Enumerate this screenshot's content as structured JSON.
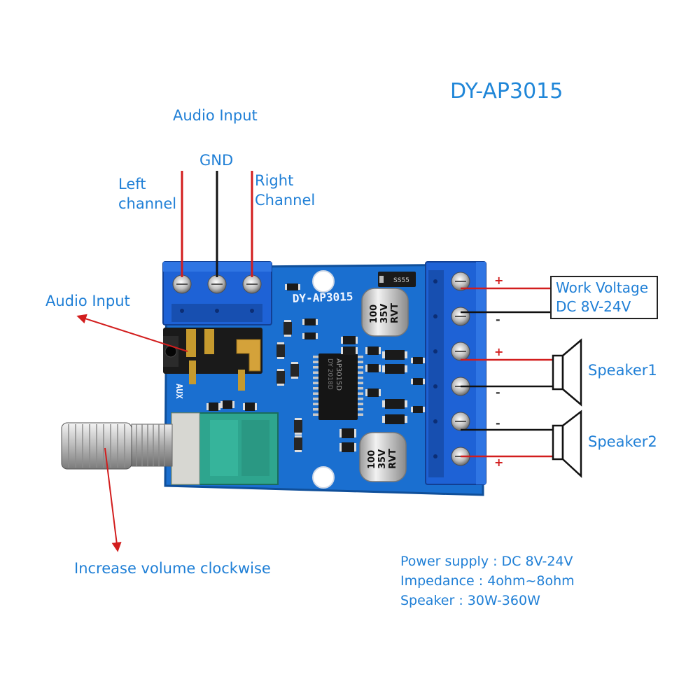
{
  "title": "DY-AP3015",
  "labels": {
    "audio_input_top": "Audio Input",
    "gnd": "GND",
    "left_channel_line1": "Left",
    "left_channel_line2": "channel",
    "right_channel_line1": "Right",
    "right_channel_line2": "Channel",
    "audio_input_left": "Audio Input",
    "increase_volume": "Increase volume clockwise",
    "work_voltage_line1": "Work Voltage",
    "work_voltage_line2": "DC 8V-24V",
    "speaker1": "Speaker1",
    "speaker2": "Speaker2"
  },
  "polarity": {
    "plus": "+",
    "minus": "-"
  },
  "specs": {
    "power_supply": "Power supply : DC 8V-24V",
    "impedance": "Impedance : 4ohm~8ohm",
    "speaker": "Speaker : 30W-360W"
  },
  "board": {
    "silkscreen_model": "DY-AP3015",
    "silkscreen_aux": "AUX",
    "chip_label_1": "AP3015D",
    "chip_label_2": "DY 2018D",
    "capacitor_line1": "100",
    "capacitor_line2": "35V",
    "capacitor_line3": "RVT",
    "diode_label": "SS55"
  },
  "colors": {
    "label_blue": "#1f7fd6",
    "pcb_blue": "#1a6fd0",
    "terminal_blue": "#1e62d6",
    "wire_red": "#d21d1d",
    "wire_black": "#111111"
  }
}
